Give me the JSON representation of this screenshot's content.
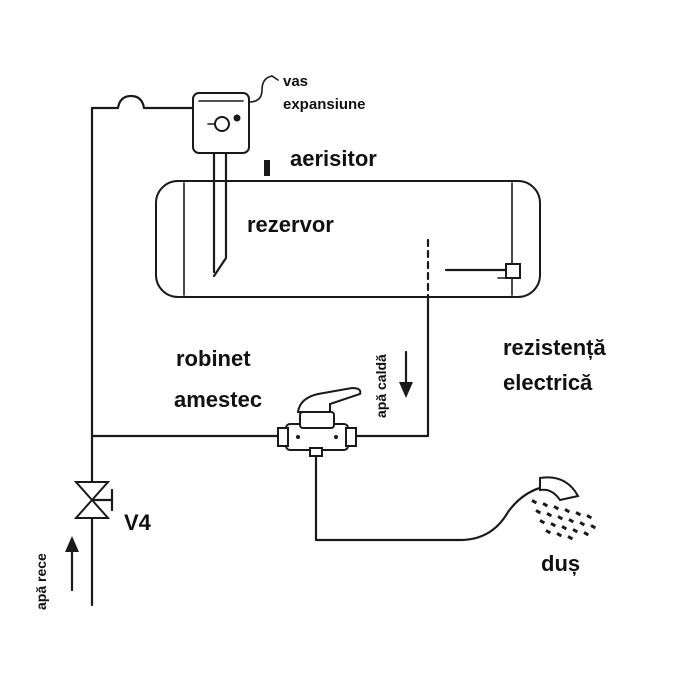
{
  "labels": {
    "vas_line1": "vas",
    "vas_line2": "expansiune",
    "aerisitor": "aerisitor",
    "rezervor": "rezervor",
    "robinet_line1": "robinet",
    "robinet_line2": "amestec",
    "apa_calda": "apă caldă",
    "rezistenta_line1": "rezistență",
    "rezistenta_line2": "electrică",
    "v4": "V4",
    "apa_rece": "apă rece",
    "dus": "duș"
  },
  "colors": {
    "line": "#1a1a1a",
    "text": "#111111",
    "background": "#ffffff"
  }
}
